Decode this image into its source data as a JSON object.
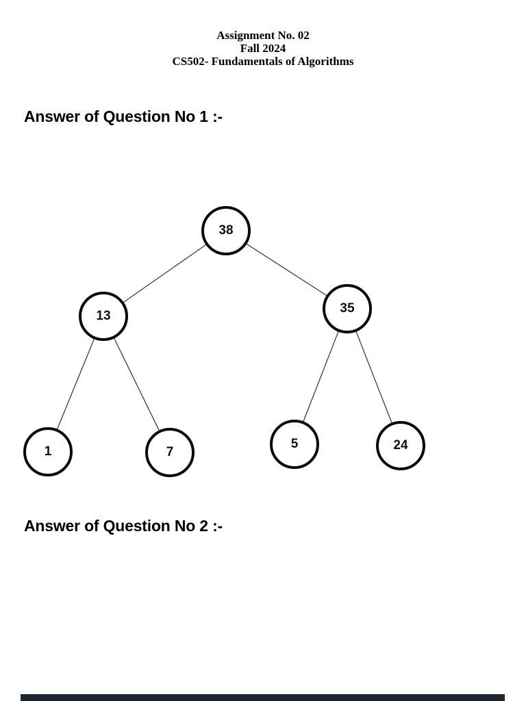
{
  "document": {
    "header": {
      "line1": "Assignment No. 02",
      "line2": "Fall 2024",
      "line3": "CS502- Fundamentals of Algorithms"
    },
    "question1_heading": "Answer of Question No 1 :-",
    "question2_heading": "Answer of Question No 2 :-"
  },
  "tree": {
    "type": "binary-tree",
    "description": "Binary search tree diagram for Question No 1",
    "nodes": [
      {
        "value": "38",
        "parent": null,
        "side": "root"
      },
      {
        "value": "13",
        "parent": "38",
        "side": "left"
      },
      {
        "value": "35",
        "parent": "38",
        "side": "right"
      },
      {
        "value": "1",
        "parent": "13",
        "side": "left"
      },
      {
        "value": "7",
        "parent": "13",
        "side": "right"
      },
      {
        "value": "5",
        "parent": "35",
        "side": "left"
      },
      {
        "value": "24",
        "parent": "35",
        "side": "right"
      }
    ],
    "edges": [
      [
        "38",
        "13"
      ],
      [
        "38",
        "35"
      ],
      [
        "13",
        "1"
      ],
      [
        "13",
        "7"
      ],
      [
        "35",
        "5"
      ],
      [
        "35",
        "24"
      ]
    ]
  },
  "colors": {
    "page_background": "#ffffff",
    "text": "#000000",
    "node_border": "#0a0a0a",
    "node_fill": "#ffffff",
    "edge_line": "#3c3c3c",
    "bottom_bar": "#1d2530"
  }
}
